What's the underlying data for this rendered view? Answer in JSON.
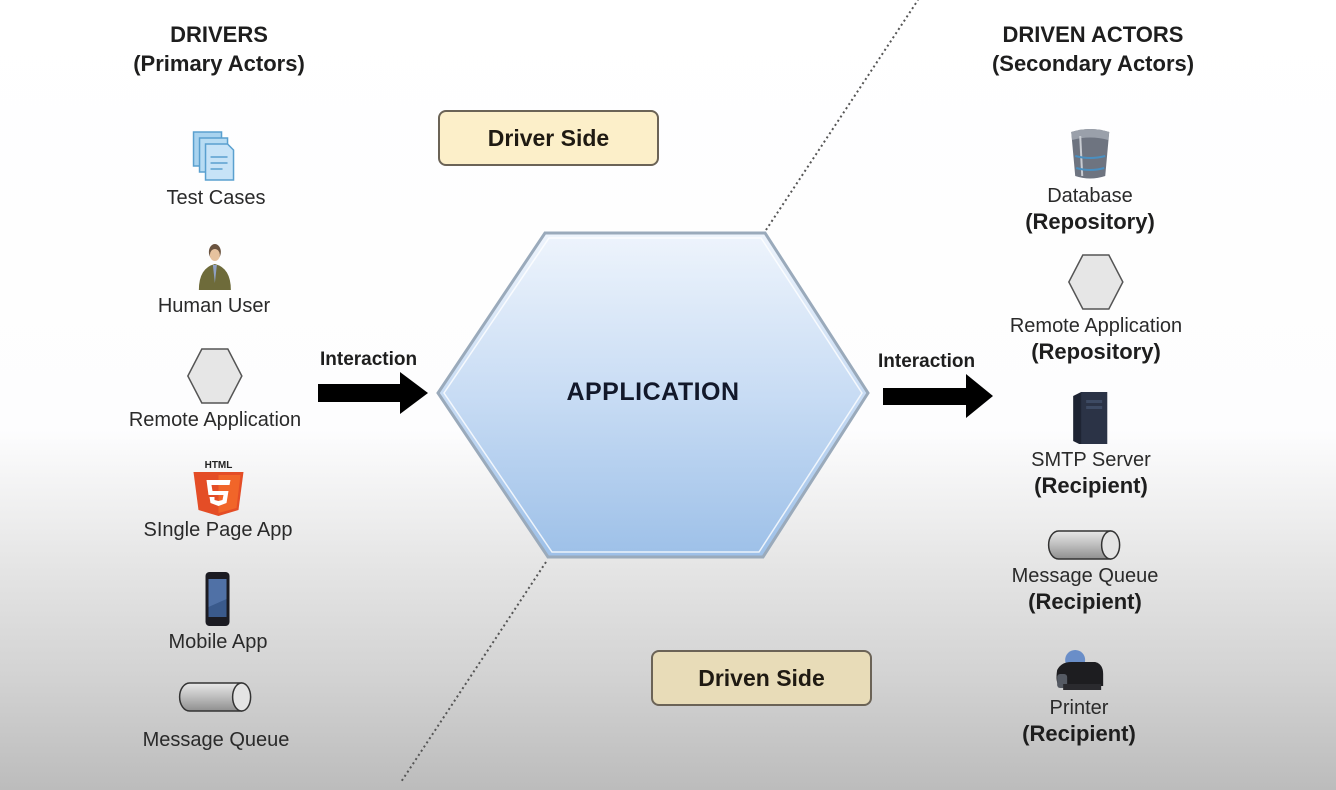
{
  "drivers": {
    "title": "DRIVERS",
    "subtitle": "(Primary Actors)",
    "items": [
      {
        "label": "Test Cases",
        "icon": "documents-icon"
      },
      {
        "label": "Human User",
        "icon": "person-icon"
      },
      {
        "label": "Remote Application",
        "icon": "hexagon-icon"
      },
      {
        "label": "SIngle Page App",
        "icon": "html5-icon",
        "icon_text": "HTML"
      },
      {
        "label": "Mobile App",
        "icon": "smartphone-icon"
      },
      {
        "label": "Message Queue",
        "icon": "cylinder-icon"
      }
    ]
  },
  "driven": {
    "title": "DRIVEN ACTORS",
    "subtitle": "(Secondary Actors)",
    "items": [
      {
        "label": "Database",
        "role": "(Repository)",
        "icon": "database-icon"
      },
      {
        "label": "Remote Application",
        "role": "(Repository)",
        "icon": "hexagon-icon"
      },
      {
        "label": "SMTP Server",
        "role": "(Recipient)",
        "icon": "server-tower-icon"
      },
      {
        "label": "Message Queue",
        "role": "(Recipient)",
        "icon": "cylinder-icon"
      },
      {
        "label": "Printer",
        "role": "(Recipient)",
        "icon": "printer-icon"
      }
    ]
  },
  "center": {
    "application_label": "APPLICATION",
    "left_arrow_label": "Interaction",
    "right_arrow_label": "Interaction"
  },
  "sides": {
    "driver_side": "Driver Side",
    "driven_side": "Driven Side"
  },
  "colors": {
    "driver_side_fill": "#fcefc9",
    "driven_side_fill": "#e8dcb8",
    "hexagon_top": "#eef4fc",
    "hexagon_bottom": "#9dc0e8",
    "hexagon_stroke": "#9aaabb",
    "html5_orange": "#e44d26"
  }
}
